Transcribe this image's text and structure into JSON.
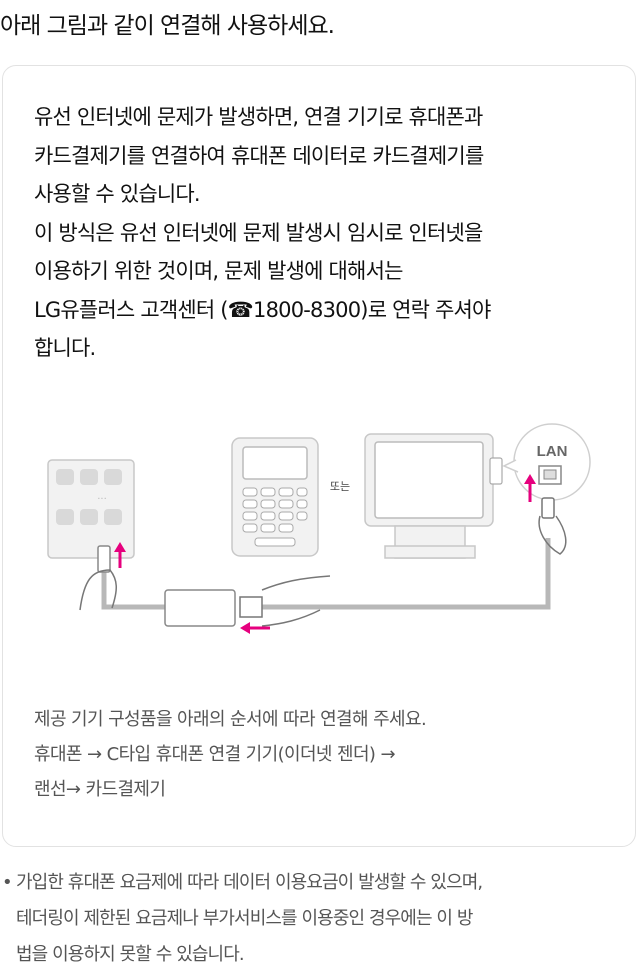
{
  "heading": "아래 그림과 같이 연결해 사용하세요.",
  "intro_lines": [
    "유선 인터넷에 문제가 발생하면, 연결 기기로 휴대폰과",
    "카드결제기를 연결하여 휴대폰 데이터로 카드결제기를",
    "사용할 수 있습니다.",
    "이 방식은 유선 인터넷에 문제 발생시 임시로 인터넷을",
    "이용하기 위한 것이며, 문제 발생에 대해서는",
    "LG유플러스 고객센터 (☎1800-8300)로 연락 주셔야",
    "합니다."
  ],
  "diagram": {
    "or_label": "또는",
    "lan_label": "LAN",
    "colors": {
      "accent": "#e6007e",
      "line": "#b8b8b8",
      "device": "#f2f2f2"
    }
  },
  "steps_lines": [
    "제공 기기 구성품을 아래의 순서에 따라 연결해 주세요.",
    "휴대폰 → C타입 휴대폰 연결 기기(이더넷 젠더) →",
    "랜선→ 카드결제기"
  ],
  "note": {
    "bullet": "•",
    "lines": [
      "가입한 휴대폰 요금제에 따라 데이터 이용요금이 발생할 수 있으며,",
      "테더링이 제한된 요금제나 부가서비스를 이용중인 경우에는 이 방",
      "법을 이용하지 못할 수 있습니다."
    ]
  }
}
